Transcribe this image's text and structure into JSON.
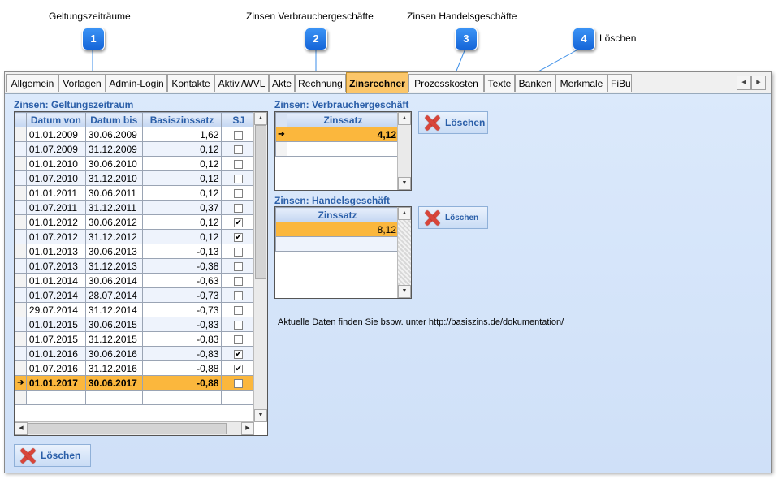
{
  "callouts": [
    {
      "number": "1",
      "label": "Geltungszeiträume"
    },
    {
      "number": "2",
      "label": "Zinsen Verbrauchergeschäfte"
    },
    {
      "number": "3",
      "label": "Zinsen Handelsgeschäfte"
    },
    {
      "number": "4",
      "label": "Löschen"
    }
  ],
  "tabs": [
    {
      "label": "Allgemein",
      "active": false
    },
    {
      "label": "Vorlagen",
      "active": false
    },
    {
      "label": "Admin-Login",
      "active": false
    },
    {
      "label": "Kontakte",
      "active": false
    },
    {
      "label": "Aktiv./WVL",
      "active": false
    },
    {
      "label": "Akte",
      "active": false
    },
    {
      "label": "Rechnung",
      "active": false
    },
    {
      "label": "Zinsrechner",
      "active": true
    },
    {
      "label": "Prozesskosten",
      "active": false
    },
    {
      "label": "Texte",
      "active": false
    },
    {
      "label": "Banken",
      "active": false
    },
    {
      "label": "Merkmale",
      "active": false
    },
    {
      "label": "FiBu",
      "active": false
    }
  ],
  "icons": {
    "tab_scroll_left": "triangle-left-icon",
    "tab_scroll_right": "triangle-right-icon",
    "delete": "red-x-icon",
    "row_pointer": "arrow-right-icon"
  },
  "colors": {
    "accent": "#fbb73d",
    "section_title": "#2a5ea8",
    "background": "#d6e5f9"
  },
  "geltung": {
    "title": "Zinsen: Geltungszeitraum",
    "columns": [
      "Datum von",
      "Datum bis",
      "Basiszinssatz",
      "SJ"
    ],
    "rows": [
      {
        "von": "01.01.2009",
        "bis": "30.06.2009",
        "satz": "1,62",
        "sj": false
      },
      {
        "von": "01.07.2009",
        "bis": "31.12.2009",
        "satz": "0,12",
        "sj": false
      },
      {
        "von": "01.01.2010",
        "bis": "30.06.2010",
        "satz": "0,12",
        "sj": false
      },
      {
        "von": "01.07.2010",
        "bis": "31.12.2010",
        "satz": "0,12",
        "sj": false
      },
      {
        "von": "01.01.2011",
        "bis": "30.06.2011",
        "satz": "0,12",
        "sj": false
      },
      {
        "von": "01.07.2011",
        "bis": "31.12.2011",
        "satz": "0,37",
        "sj": false
      },
      {
        "von": "01.01.2012",
        "bis": "30.06.2012",
        "satz": "0,12",
        "sj": true
      },
      {
        "von": "01.07.2012",
        "bis": "31.12.2012",
        "satz": "0,12",
        "sj": true
      },
      {
        "von": "01.01.2013",
        "bis": "30.06.2013",
        "satz": "-0,13",
        "sj": false
      },
      {
        "von": "01.07.2013",
        "bis": "31.12.2013",
        "satz": "-0,38",
        "sj": false
      },
      {
        "von": "01.01.2014",
        "bis": "30.06.2014",
        "satz": "-0,63",
        "sj": false
      },
      {
        "von": "01.07.2014",
        "bis": "28.07.2014",
        "satz": "-0,73",
        "sj": false
      },
      {
        "von": "29.07.2014",
        "bis": "31.12.2014",
        "satz": "-0,73",
        "sj": false
      },
      {
        "von": "01.01.2015",
        "bis": "30.06.2015",
        "satz": "-0,83",
        "sj": false
      },
      {
        "von": "01.07.2015",
        "bis": "31.12.2015",
        "satz": "-0,83",
        "sj": false
      },
      {
        "von": "01.01.2016",
        "bis": "30.06.2016",
        "satz": "-0,83",
        "sj": true
      },
      {
        "von": "01.07.2016",
        "bis": "31.12.2016",
        "satz": "-0,88",
        "sj": true
      },
      {
        "von": "01.01.2017",
        "bis": "30.06.2017",
        "satz": "-0,88",
        "sj": false,
        "selected": true
      }
    ],
    "delete_label": "Löschen"
  },
  "verbraucher": {
    "title": "Zinsen: Verbrauchergeschäft",
    "column": "Zinssatz",
    "value": "4,12",
    "delete_label": "Löschen"
  },
  "handel": {
    "title": "Zinsen: Handelsgeschäft",
    "column": "Zinssatz",
    "value": "8,12",
    "delete_label": "Löschen"
  },
  "info": "Aktuelle Daten finden Sie bspw. unter http://basiszins.de/dokumentation/"
}
